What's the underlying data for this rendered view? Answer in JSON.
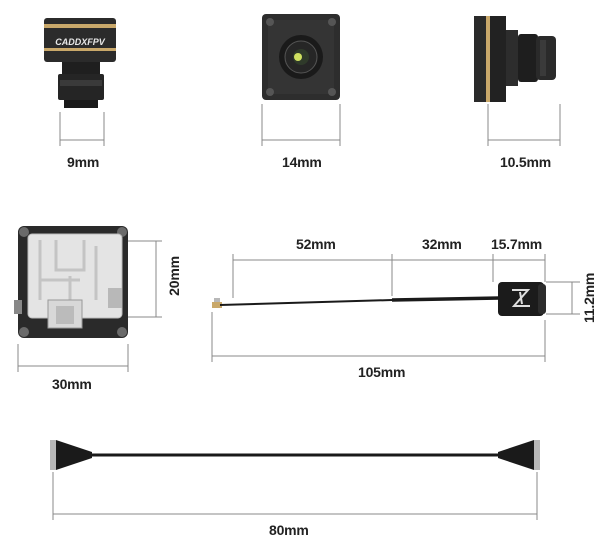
{
  "product": {
    "brand_text": "CADDXFPV"
  },
  "dimensions": {
    "camera_front_width": "9mm",
    "camera_top_width": "14mm",
    "camera_side_depth": "10.5mm",
    "vtx_width": "30mm",
    "vtx_height": "20mm",
    "antenna_segment_1": "52mm",
    "antenna_segment_2": "32mm",
    "antenna_segment_3": "15.7mm",
    "antenna_total": "105mm",
    "antenna_head_height": "11.2mm",
    "cable_length": "80mm"
  },
  "colors": {
    "device_dark": "#2b2b2b",
    "gold_trim": "#c9a86a",
    "dim_line": "#888888",
    "text": "#222222"
  }
}
